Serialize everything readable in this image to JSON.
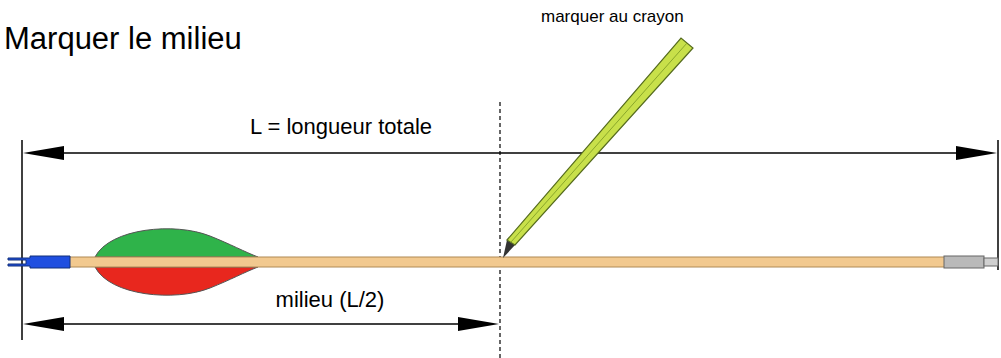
{
  "diagram": {
    "title": "Marquer le milieu",
    "labels": [
      "marquer au crayon",
      "L = longueur totale",
      "milieu (L/2)"
    ]
  }
}
